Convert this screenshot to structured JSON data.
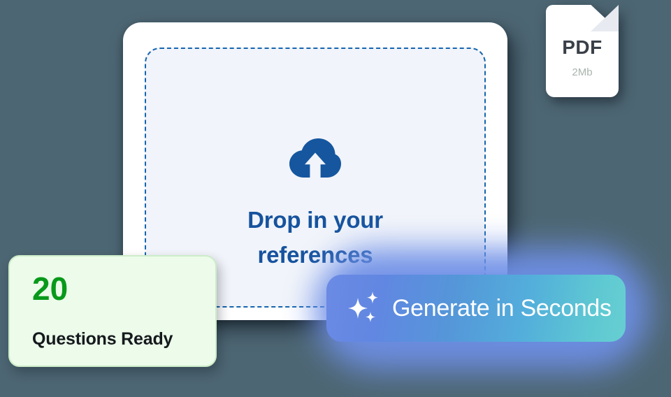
{
  "background_color": "#4d6673",
  "upload_card": {
    "dropzone": {
      "icon": "cloud-upload-icon",
      "text": "Drop in your references",
      "border_color": "#1565ae",
      "fill_color": "#f1f4fa",
      "text_color": "#16539e"
    }
  },
  "pdf_card": {
    "type_label": "PDF",
    "size_label": "2Mb",
    "icon": "document-fold-icon",
    "type_color": "#3a4048",
    "size_color": "#a9b4ad"
  },
  "questions_card": {
    "count": "20",
    "label": "Questions Ready",
    "count_color": "#08991a",
    "label_color": "#15191d",
    "fill_color": "#ecfbea",
    "border_color": "#cdecc9"
  },
  "generate_button": {
    "label": "Generate in Seconds",
    "icon": "sparkles-icon",
    "gradient_start": "#6b8ae4",
    "gradient_end": "#67cfd2",
    "glow_color": "#6e8fe6",
    "text_color": "#ffffff"
  }
}
